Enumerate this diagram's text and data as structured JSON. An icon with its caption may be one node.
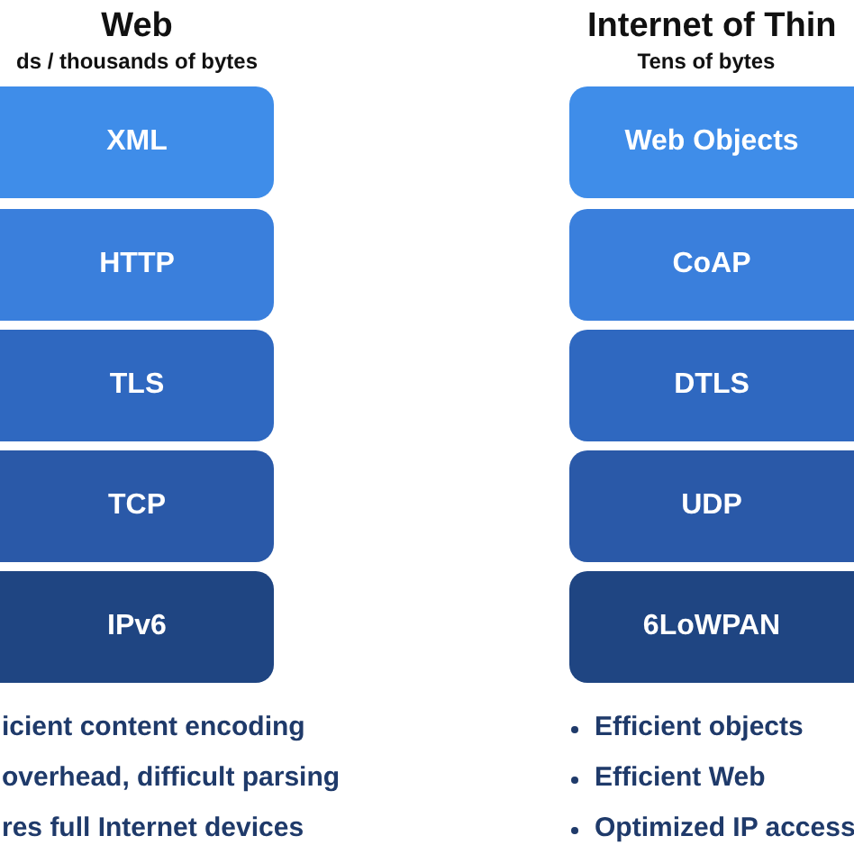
{
  "diagram": {
    "nodes": [
      {
        "text": [
          "XML"
        ]
      },
      {
        "text": [
          "HTTP"
        ]
      },
      {
        "text": [
          "TLS"
        ]
      },
      {
        "text": [
          "TCP"
        ]
      },
      {
        "text": [
          "IPv6"
        ]
      },
      {
        "text": [
          "Web Objects"
        ]
      },
      {
        "text": [
          "CoAP"
        ]
      },
      {
        "text": [
          "DTLS"
        ]
      },
      {
        "text": [
          "UDP"
        ]
      },
      {
        "text": [
          "6LoWPAN"
        ]
      }
    ],
    "labels": [
      "Web",
      "Internet of Thin",
      "ds / thousands of bytes",
      "Tens of bytes",
      "icient content encoding",
      "Efficient objects",
      "overhead, difficult parsing",
      "Efficient Web",
      "res full Internet devices",
      "Optimized IP access"
    ]
  }
}
